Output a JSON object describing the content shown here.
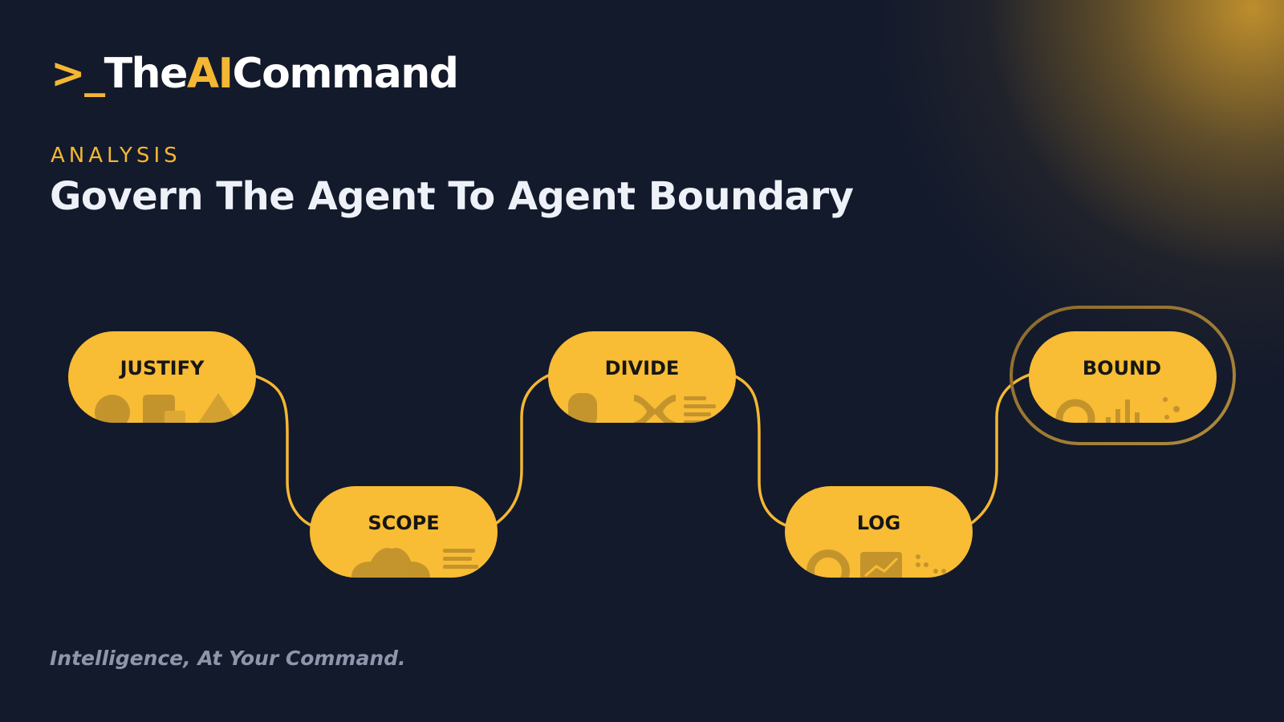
{
  "brand": {
    "prompt": ">_",
    "name_pre": "The",
    "name_accent": "AI",
    "name_post": "Command"
  },
  "header": {
    "kicker": "ANALYSIS",
    "title": "Govern The Agent To Agent Boundary"
  },
  "steps": [
    {
      "label": "JUSTIFY"
    },
    {
      "label": "SCOPE"
    },
    {
      "label": "DIVIDE"
    },
    {
      "label": "LOG"
    },
    {
      "label": "BOUND",
      "highlighted": true
    }
  ],
  "footer": {
    "tagline": "Intelligence, At Your Command."
  },
  "colors": {
    "background": "#131a2c",
    "accent": "#f4b733",
    "pill": "#f8bc35",
    "title": "#eef1f8",
    "tagline": "#8e96ab"
  }
}
